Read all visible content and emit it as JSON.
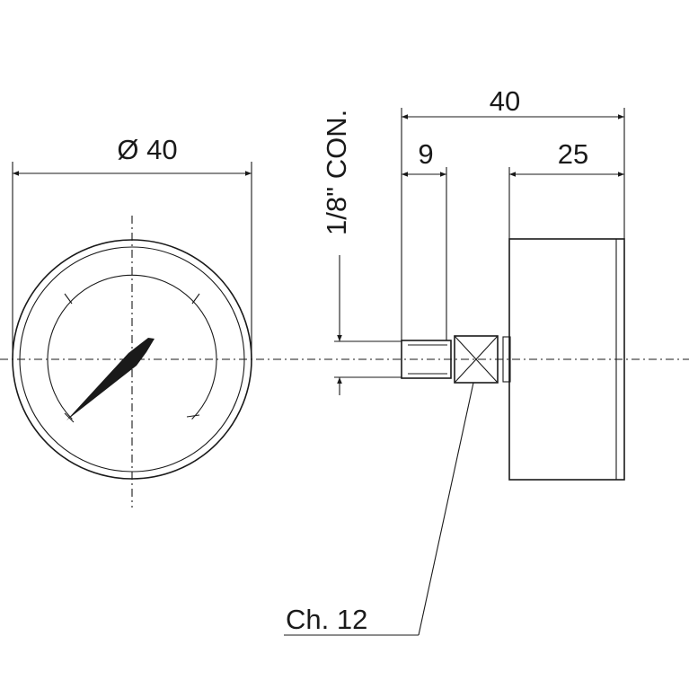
{
  "dimensions": {
    "diameter": "Ø 40",
    "total_depth": "40",
    "connector_length": "9",
    "case_depth": "25",
    "connection": "1/8\" CON.",
    "wrench_size": "Ch. 12"
  }
}
